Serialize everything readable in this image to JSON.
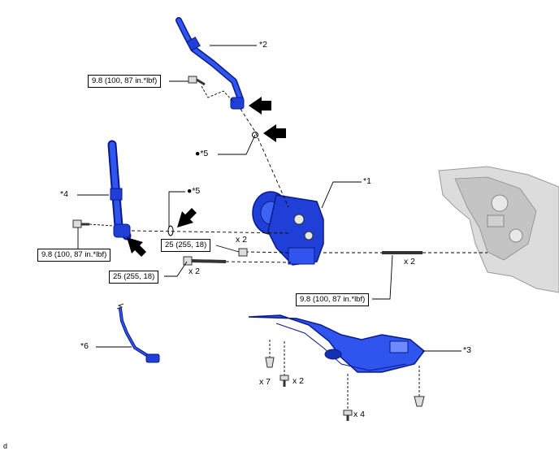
{
  "callouts": {
    "c1": "*1",
    "c2": "*2",
    "c3": "*3",
    "c4": "*4",
    "c5_upper": "●*5",
    "c5_lower": "●*5",
    "c6": "*6"
  },
  "torque": {
    "t1": "9.8 (100, 87 in.*lbf)",
    "t2": "9.8 (100, 87 in.*lbf)",
    "t3": "25 (255, 18)",
    "t4": "25 (255, 18)",
    "t5": "9.8 (100, 87 in.*lbf)"
  },
  "quantities": {
    "q_nut": "x 2",
    "q_bolt_long": "x 2",
    "q_stud": "x 2",
    "q_clip": "x 7",
    "q_screw": "x 2",
    "q_bolt_cover": "x 4"
  },
  "figure_code": "d",
  "colors": {
    "part_blue": "#1f3fd6",
    "part_dark": "#0a1a8c",
    "engine_gray": "#cfcfcf",
    "arrow": "#000000"
  }
}
